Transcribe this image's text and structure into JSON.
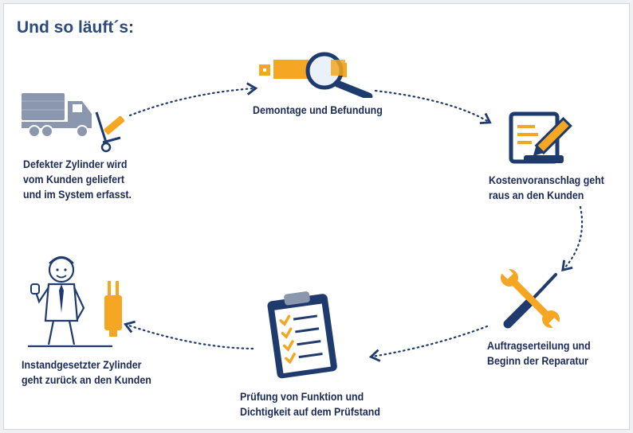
{
  "title": "Und so läuft´s:",
  "steps": [
    {
      "lines": [
        "Defekter Zylinder wird",
        "vom Kunden geliefert",
        "und im System erfasst."
      ]
    },
    {
      "lines": [
        "Demontage und Befundung"
      ]
    },
    {
      "lines": [
        "Kostenvoranschlag geht",
        "raus an den Kunden"
      ]
    },
    {
      "lines": [
        "Auftragserteilung und",
        "Beginn der Reparatur"
      ]
    },
    {
      "lines": [
        "Prüfung von Funktion und",
        "Dichtigkeit auf dem Prüfstand"
      ]
    },
    {
      "lines": [
        "Instandgesetzter Zylinder",
        "geht zurück an den Kunden"
      ]
    }
  ],
  "icons": [
    "truck-icon",
    "magnifier-icon",
    "document-pen-icon",
    "wrench-screwdriver-icon",
    "clipboard-checklist-icon",
    "worker-icon"
  ],
  "colors": {
    "navy": "#1f3b6e",
    "title": "#2a4a80",
    "orange": "#f5a623",
    "grey": "#8a97ae"
  }
}
